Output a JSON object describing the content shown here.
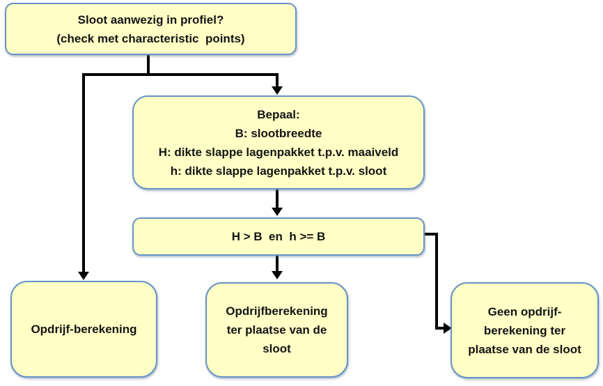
{
  "colors": {
    "background": "#FFFFFF",
    "box_fill": "#FFFFC6",
    "box_border": "#6593C5",
    "arrow": "#000000",
    "text": "#141414"
  },
  "nodes": {
    "start": {
      "lines": [
        "Sloot aanwezig in profiel?",
        "(check met characteristic  points)"
      ]
    },
    "bepaal": {
      "lines": [
        "Bepaal:",
        "B: slootbreedte",
        "H: dikte slappe lagenpakket t.p.v. maaiveld",
        "h: dikte slappe lagenpakket t.p.v. sloot"
      ]
    },
    "condition": {
      "lines": [
        "H > B  en  h >= B"
      ]
    },
    "opdrijf": {
      "lines": [
        "Opdrijf-berekening"
      ]
    },
    "opdrijf_sloot": {
      "lines": [
        "Opdrijfberekening",
        "ter plaatse van de",
        "sloot"
      ]
    },
    "geen_opdrijf": {
      "lines": [
        "Geen opdrijf-",
        "berekening ter",
        "plaatse van de sloot"
      ]
    }
  }
}
